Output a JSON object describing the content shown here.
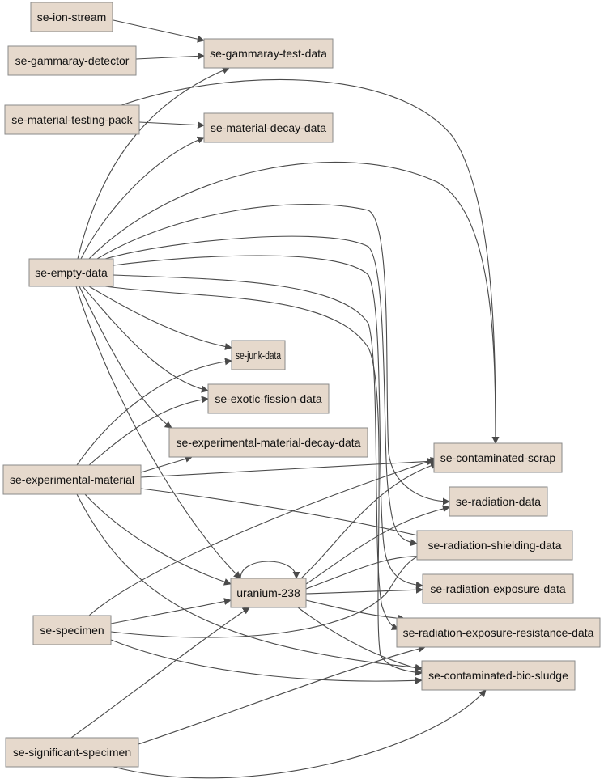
{
  "diagram": {
    "nodes": [
      {
        "id": "ion-stream",
        "label": "se-ion-stream"
      },
      {
        "id": "gammaray-detector",
        "label": "se-gammaray-detector"
      },
      {
        "id": "material-testing-pack",
        "label": "se-material-testing-pack"
      },
      {
        "id": "gammaray-test-data",
        "label": "se-gammaray-test-data"
      },
      {
        "id": "material-decay-data",
        "label": "se-material-decay-data"
      },
      {
        "id": "empty-data",
        "label": "se-empty-data"
      },
      {
        "id": "junk-data",
        "label": "se-junk-data"
      },
      {
        "id": "exotic-fission-data",
        "label": "se-exotic-fission-data"
      },
      {
        "id": "experimental-material-decay-data",
        "label": "se-experimental-material-decay-data"
      },
      {
        "id": "experimental-material",
        "label": "se-experimental-material"
      },
      {
        "id": "contaminated-scrap",
        "label": "se-contaminated-scrap"
      },
      {
        "id": "radiation-data",
        "label": "se-radiation-data"
      },
      {
        "id": "radiation-shielding-data",
        "label": "se-radiation-shielding-data"
      },
      {
        "id": "uranium-238",
        "label": "uranium-238"
      },
      {
        "id": "radiation-exposure-data",
        "label": "se-radiation-exposure-data"
      },
      {
        "id": "specimen",
        "label": "se-specimen"
      },
      {
        "id": "radiation-exposure-resistance-data",
        "label": "se-radiation-exposure-resistance-data"
      },
      {
        "id": "contaminated-bio-sludge",
        "label": "se-contaminated-bio-sludge"
      },
      {
        "id": "significant-specimen",
        "label": "se-significant-specimen"
      }
    ],
    "edges": [
      {
        "from": "ion-stream",
        "to": "gammaray-test-data"
      },
      {
        "from": "gammaray-detector",
        "to": "gammaray-test-data"
      },
      {
        "from": "material-testing-pack",
        "to": "material-decay-data"
      },
      {
        "from": "material-testing-pack",
        "to": "contaminated-scrap"
      },
      {
        "from": "empty-data",
        "to": "gammaray-test-data"
      },
      {
        "from": "empty-data",
        "to": "material-decay-data"
      },
      {
        "from": "empty-data",
        "to": "contaminated-scrap"
      },
      {
        "from": "empty-data",
        "to": "radiation-data"
      },
      {
        "from": "empty-data",
        "to": "radiation-shielding-data"
      },
      {
        "from": "empty-data",
        "to": "radiation-exposure-data"
      },
      {
        "from": "empty-data",
        "to": "radiation-exposure-resistance-data"
      },
      {
        "from": "empty-data",
        "to": "contaminated-bio-sludge"
      },
      {
        "from": "empty-data",
        "to": "junk-data"
      },
      {
        "from": "empty-data",
        "to": "exotic-fission-data"
      },
      {
        "from": "empty-data",
        "to": "experimental-material-decay-data"
      },
      {
        "from": "empty-data",
        "to": "uranium-238"
      },
      {
        "from": "experimental-material",
        "to": "junk-data"
      },
      {
        "from": "experimental-material",
        "to": "exotic-fission-data"
      },
      {
        "from": "experimental-material",
        "to": "experimental-material-decay-data"
      },
      {
        "from": "experimental-material",
        "to": "contaminated-scrap"
      },
      {
        "from": "experimental-material",
        "to": "radiation-shielding-data"
      },
      {
        "from": "experimental-material",
        "to": "uranium-238"
      },
      {
        "from": "experimental-material",
        "to": "contaminated-bio-sludge"
      },
      {
        "from": "uranium-238",
        "to": "uranium-238"
      },
      {
        "from": "uranium-238",
        "to": "contaminated-scrap"
      },
      {
        "from": "uranium-238",
        "to": "radiation-data"
      },
      {
        "from": "uranium-238",
        "to": "radiation-shielding-data"
      },
      {
        "from": "uranium-238",
        "to": "radiation-exposure-data"
      },
      {
        "from": "uranium-238",
        "to": "radiation-exposure-resistance-data"
      },
      {
        "from": "uranium-238",
        "to": "contaminated-bio-sludge"
      },
      {
        "from": "specimen",
        "to": "uranium-238"
      },
      {
        "from": "specimen",
        "to": "contaminated-scrap"
      },
      {
        "from": "specimen",
        "to": "radiation-shielding-data"
      },
      {
        "from": "specimen",
        "to": "contaminated-bio-sludge"
      },
      {
        "from": "significant-specimen",
        "to": "uranium-238"
      },
      {
        "from": "significant-specimen",
        "to": "radiation-exposure-resistance-data"
      },
      {
        "from": "significant-specimen",
        "to": "contaminated-bio-sludge"
      }
    ]
  }
}
